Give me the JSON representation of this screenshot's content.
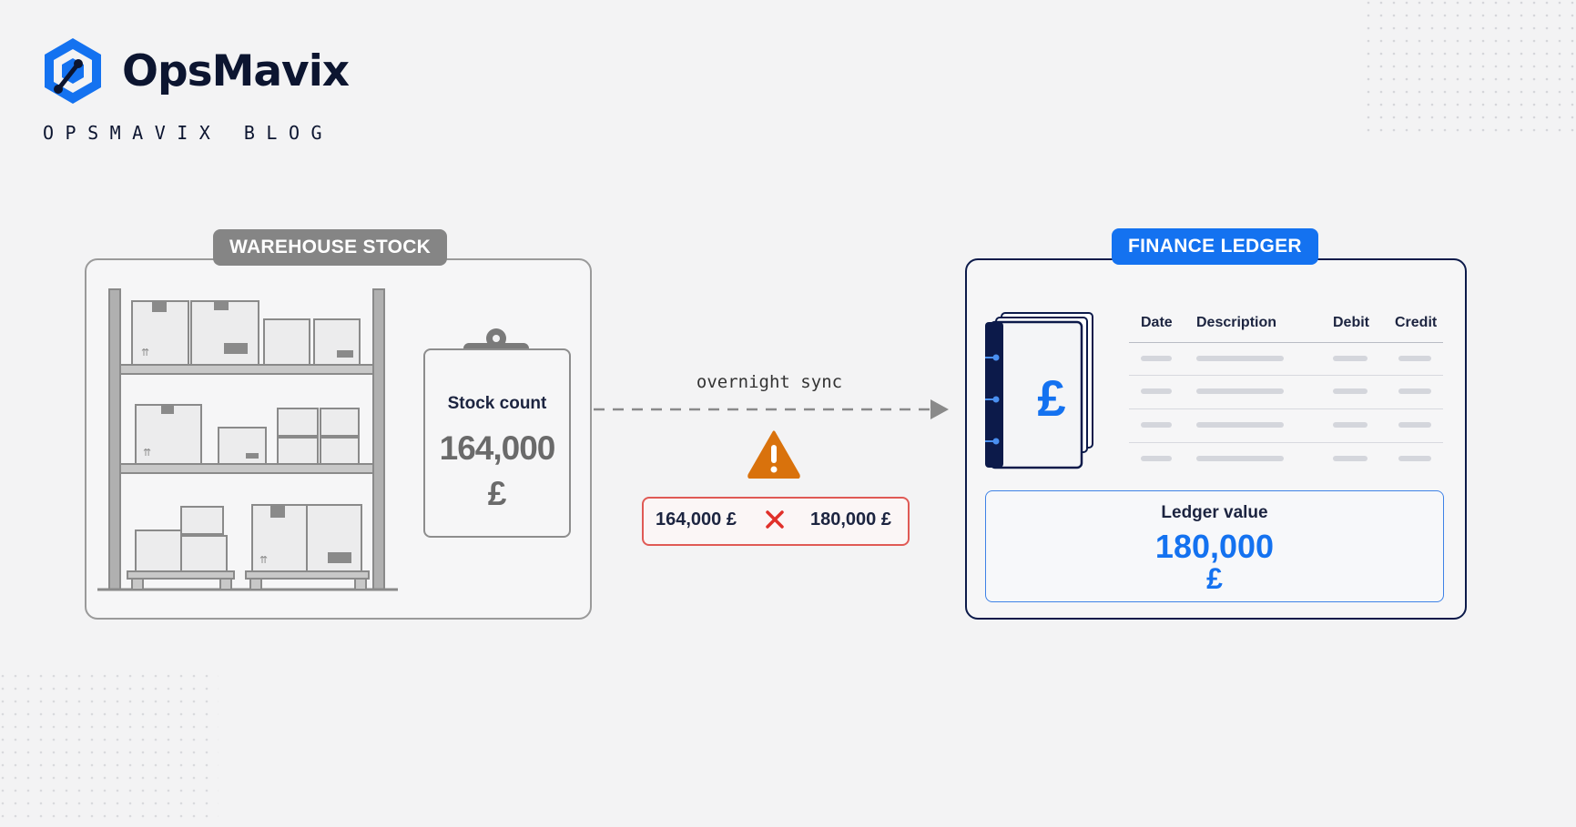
{
  "brand": {
    "name": "OpsMavix",
    "blog_label": "OPSMAVIX BLOG",
    "accent_color": "#1472f0",
    "navy_color": "#0c1530"
  },
  "warehouse": {
    "tag": "WAREHOUSE STOCK",
    "clipboard": {
      "title": "Stock count",
      "value": "164,000",
      "currency": "£"
    }
  },
  "sync": {
    "label": "overnight sync",
    "mismatch_left": "164,000 £",
    "mismatch_right": "180,000 £",
    "warning_color": "#d9720c",
    "error_color": "#e0302a"
  },
  "ledger": {
    "tag": "FINANCE LEDGER",
    "book_symbol": "£",
    "columns": [
      "Date",
      "Description",
      "Debit",
      "Credit"
    ],
    "value_label": "Ledger value",
    "value": "180,000",
    "currency": "£"
  }
}
